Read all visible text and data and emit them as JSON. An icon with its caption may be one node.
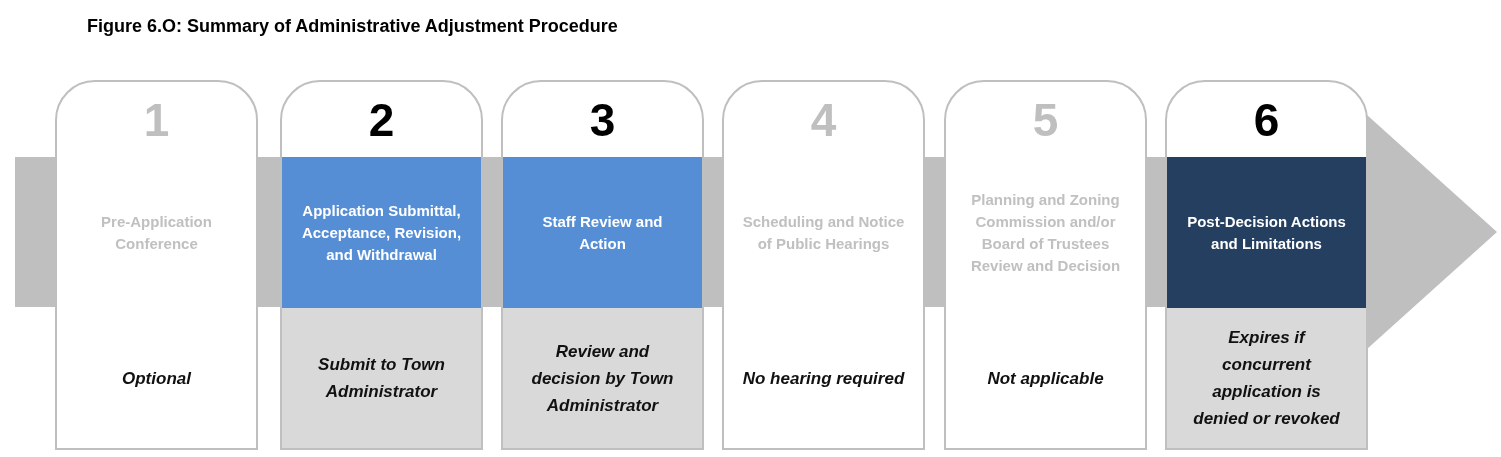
{
  "diagram": {
    "title": "Figure 6.O: Summary of Administrative Adjustment Procedure",
    "nodes": [
      {
        "text": [
          "1",
          "Pre-Application Conference",
          "Optional"
        ]
      },
      {
        "text": [
          "2",
          "Application Submittal, Acceptance, Revision, and Withdrawal",
          "Submit to Town Administrator"
        ]
      },
      {
        "text": [
          "3",
          "Staff Review and Action",
          "Review and decision by Town Administrator"
        ]
      },
      {
        "text": [
          "4",
          "Scheduling and Notice of Public Hearings",
          "No hearing required"
        ]
      },
      {
        "text": [
          "5",
          "Planning and Zoning Commission and/or Board of Trustees Review and Decision",
          "Not applicable"
        ]
      },
      {
        "text": [
          "6",
          "Post-Decision Actions and Limitations",
          "Expires if concurrent application is denied or revoked"
        ]
      }
    ],
    "edges": [
      {
        "from": null,
        "to": 0,
        "arrow": "none",
        "style": "thick"
      },
      {
        "from": 0,
        "to": 1,
        "arrow": "none",
        "style": "thick"
      },
      {
        "from": 1,
        "to": 2,
        "arrow": "none",
        "style": "thick"
      },
      {
        "from": 2,
        "to": 3,
        "arrow": "none",
        "style": "thick"
      },
      {
        "from": 3,
        "to": 4,
        "arrow": "none",
        "style": "thick"
      },
      {
        "from": 4,
        "to": 5,
        "arrow": "none",
        "style": "thick"
      },
      {
        "from": 5,
        "to": null,
        "arrow": "to",
        "style": "thick"
      }
    ]
  }
}
